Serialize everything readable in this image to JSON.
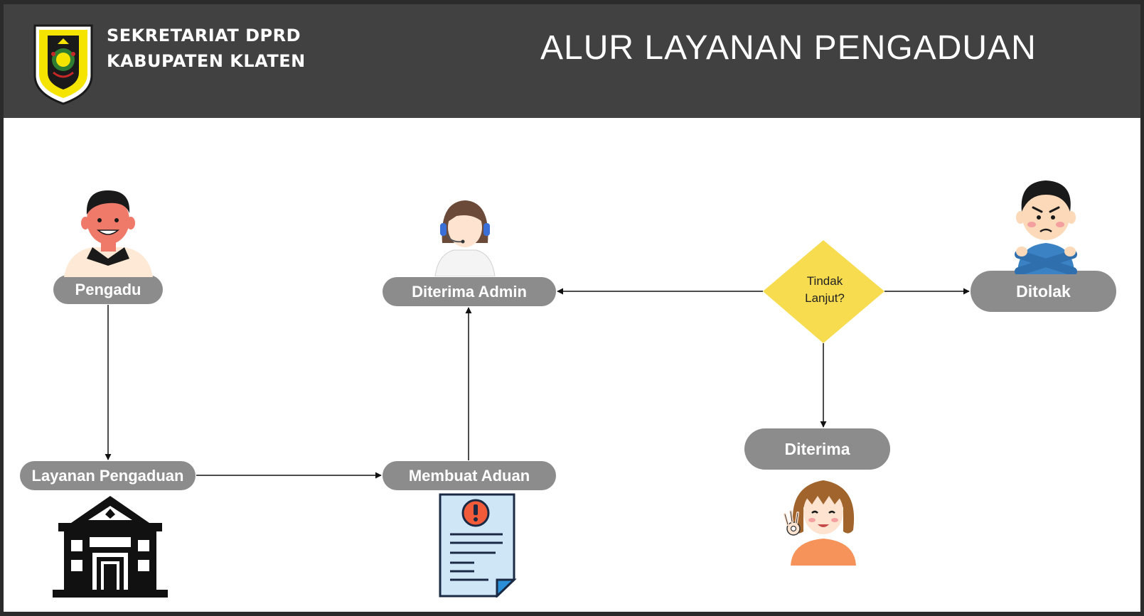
{
  "header": {
    "org_line1": "SEKRETARIAT DPRD",
    "org_line2": "KABUPATEN KLATEN",
    "title": "ALUR LAYANAN PENGADUAN"
  },
  "flow": {
    "nodes": {
      "pengadu": "Pengadu",
      "layanan_pengaduan": "Layanan Pengaduan",
      "membuat_aduan": "Membuat Aduan",
      "diterima_admin": "Diterima Admin",
      "decision": "Tindak\nLanjut?",
      "ditolak": "Ditolak",
      "diterima": "Diterima"
    }
  },
  "colors": {
    "header_bg": "#414141",
    "node_bg": "#8c8c8c",
    "decision_fill": "#f6dc4e",
    "logo_yellow": "#f5e400"
  },
  "icons": [
    "coat-of-arms-logo",
    "man-smiling-icon",
    "call-center-woman-icon",
    "angry-boy-crossed-arms-icon",
    "government-building-icon",
    "warning-document-icon",
    "ok-gesture-girl-icon"
  ]
}
